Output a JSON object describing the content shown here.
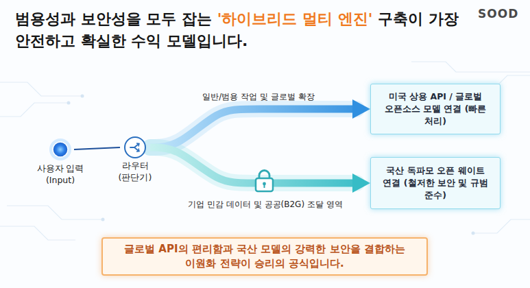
{
  "diagram": {
    "title": "범용성과 보안성을 모두 잡는 '하이브리드 멀티 엔진' 구축이 가장 안전하고 확실한 수익 모델입니다.",
    "nodes": [
      {
        "text": [
          "사용자 입력 (Input)"
        ]
      },
      {
        "text": [
          "라우터 (판단기)"
        ]
      },
      {
        "text": [
          "미국 상용 API / 글로벌 오픈소스 모델 연결 (빠른 처리)"
        ]
      },
      {
        "text": [
          "국산 독파모 오픈 웨이트 연결 (철저한 보안 및 규범 준수)"
        ]
      },
      {
        "text": [
          "글로벌 API의 편리함과 국산 모델의 강력한 보안을 결합하는 이원화 전략이 승리의 공식입니다."
        ]
      }
    ],
    "edges": [
      {
        "from": 0,
        "to": 1,
        "arrow": "none"
      },
      {
        "from": 1,
        "to": 2,
        "label": "일반/범용 작업 및 글로벌 확장",
        "arrow": "to"
      },
      {
        "from": 1,
        "to": 3,
        "label": "기업 민감 데이터 및 공공(B2G) 조달 영역",
        "arrow": "to"
      }
    ],
    "labels": [
      "SOOD"
    ]
  }
}
